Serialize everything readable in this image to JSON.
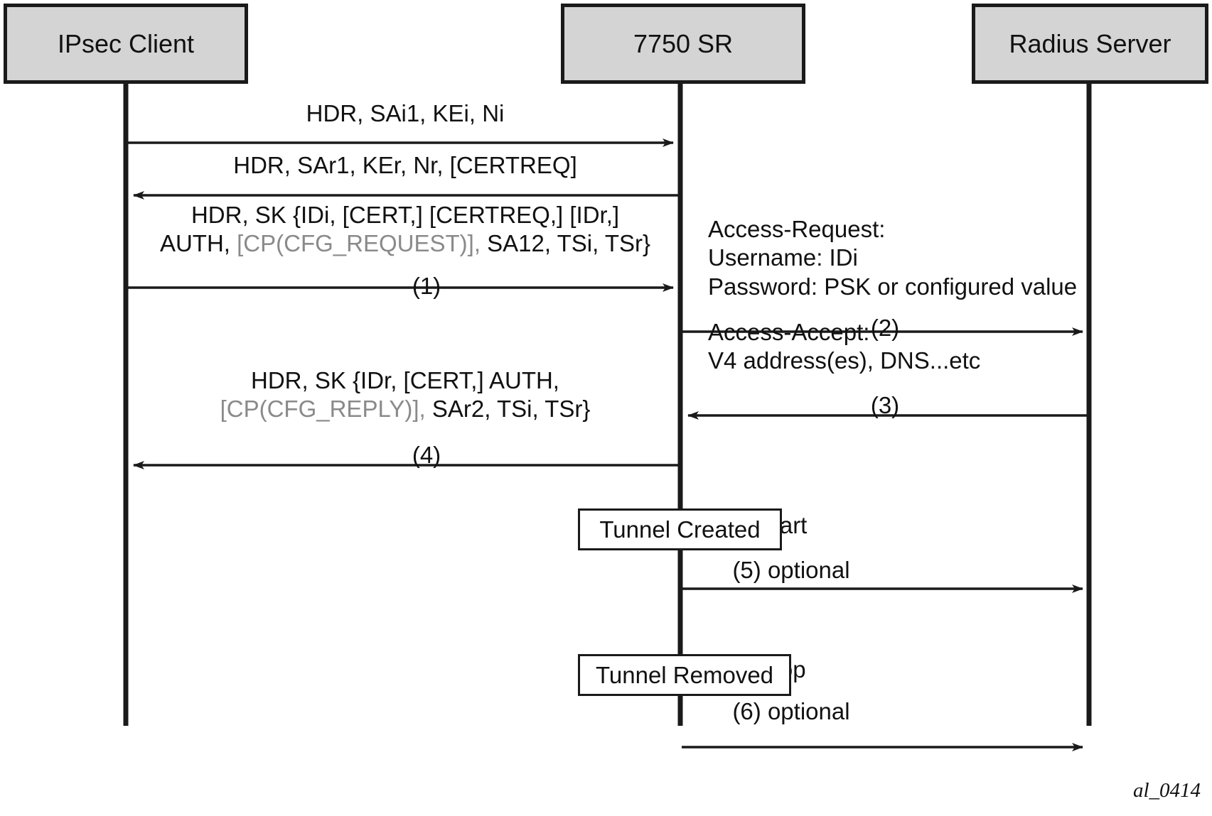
{
  "figure": {
    "id_label": "al_0414",
    "type": "sequence-diagram"
  },
  "actors": [
    {
      "name": "ipsec-client",
      "label": "IPsec Client"
    },
    {
      "name": "sr-7750",
      "label": "7750 SR"
    },
    {
      "name": "radius-server",
      "label": "Radius Server"
    }
  ],
  "messages": [
    {
      "id": "ike-sa-init-request",
      "text": "HDR, SAi1, KEi, Ni",
      "from": "ipsec-client",
      "to": "sr-7750",
      "direction": "right"
    },
    {
      "id": "ike-sa-init-response",
      "text": "HDR, SAr1, KEr, Nr, [CERTREQ]",
      "from": "sr-7750",
      "to": "ipsec-client",
      "direction": "left"
    },
    {
      "id": "ike-auth-request-line1",
      "text": "HDR, SK {IDi, [CERT,] [CERTREQ,] [IDr,]",
      "from": "ipsec-client",
      "to": "sr-7750",
      "direction": "right"
    },
    {
      "id": "ike-auth-request-line2-a",
      "text": "AUTH, ",
      "dim_text": "[CP(CFG_REQUEST)],",
      "text_after": " SA12, TSi, TSr}"
    },
    {
      "id": "access-request-title",
      "text": "Access-Request:"
    },
    {
      "id": "access-request-username",
      "text": "Username: IDi"
    },
    {
      "id": "access-request-password",
      "text": "Password: PSK or configured value"
    },
    {
      "id": "access-accept-title",
      "text": "Access-Accept:"
    },
    {
      "id": "access-accept-attrs",
      "text": "V4 address(es), DNS...etc"
    },
    {
      "id": "ike-auth-response-line1",
      "text": "HDR, SK {IDr, [CERT,] AUTH,"
    },
    {
      "id": "ike-auth-response-line2-dim",
      "dim_text": "[CP(CFG_REPLY)],",
      "text_after": " SAr2, TSi, TSr}"
    },
    {
      "id": "acct-start",
      "text": "Acct-start",
      "from": "sr-7750",
      "to": "radius-server",
      "direction": "right"
    },
    {
      "id": "acct-stop",
      "text": "Acct-stop",
      "from": "sr-7750",
      "to": "radius-server",
      "direction": "right"
    }
  ],
  "notes": [
    {
      "id": "tunnel-created",
      "label": "Tunnel Created"
    },
    {
      "id": "tunnel-removed",
      "label": "Tunnel Removed"
    }
  ],
  "step_numbers": [
    {
      "id": "step-1",
      "label": "(1)"
    },
    {
      "id": "step-2",
      "label": "(2)"
    },
    {
      "id": "step-3",
      "label": "(3)"
    },
    {
      "id": "step-4",
      "label": "(4)"
    },
    {
      "id": "step-5",
      "label": "(5) optional"
    },
    {
      "id": "step-6",
      "label": "(6) optional"
    }
  ],
  "colors": {
    "actor_fill": "#d4d4d4",
    "stroke": "#1a1a1a",
    "dim_text": "#8a8a8a",
    "text": "#111111",
    "background": "#ffffff"
  }
}
